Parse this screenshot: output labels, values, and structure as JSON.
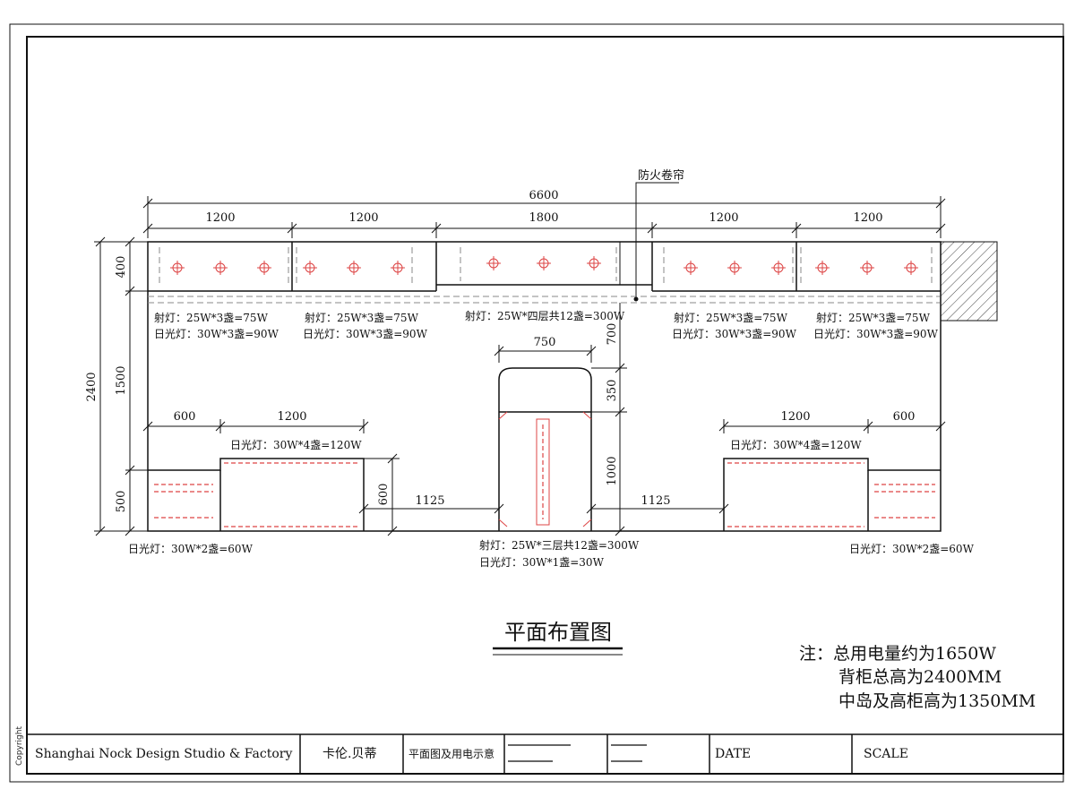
{
  "colors": {
    "line": "#111111",
    "lamp": "#dd4444",
    "hatch": "#444444"
  },
  "dimensions": {
    "top_total": "6600",
    "top_segments": [
      "1200",
      "1200",
      "1800",
      "1200",
      "1200"
    ],
    "left_total": "2400",
    "left_parts": [
      "400",
      "1500",
      "500"
    ],
    "island_width": "750",
    "island_right": [
      "700",
      "350",
      "1000"
    ],
    "left_600": "600",
    "left_1200": "1200",
    "right_1200": "1200",
    "right_600": "600",
    "low_cab_height": "600",
    "gap_left": "1125",
    "gap_right": "1125"
  },
  "labels": {
    "fire_shutter": "防火卷帘",
    "seg1_spot": "射灯：25W*3盏=75W",
    "seg1_fluor": "日光灯：30W*3盏=90W",
    "seg2_spot": "射灯：25W*3盏=75W",
    "seg2_fluor": "日光灯：30W*3盏=90W",
    "seg3_spot": "射灯：25W*四层共12盏=300W",
    "seg4_spot": "射灯：25W*3盏=75W",
    "seg4_fluor": "日光灯：30W*3盏=90W",
    "seg5_spot": "射灯：25W*3盏=75W",
    "seg5_fluor": "日光灯：30W*3盏=90W",
    "left_low_fluor": "日光灯：30W*4盏=120W",
    "right_low_fluor": "日光灯：30W*4盏=120W",
    "left_corner_fluor": "日光灯：30W*2盏=60W",
    "right_corner_fluor": "日光灯：30W*2盏=60W",
    "island_spot": "射灯：25W*三层共12盏=300W",
    "island_fluor": "日光灯：30W*1盏=30W"
  },
  "title": "平面布置图",
  "remarks": {
    "line1": "注：总用电量约为1650W",
    "line2": "背柜总高为2400MM",
    "line3": "中岛及高柜高为1350MM"
  },
  "title_block": {
    "company": "Shanghai Nock Design Studio & Factory",
    "client": "卡伦.贝蒂",
    "drawing_name": "平面图及用电示意",
    "date_label": "DATE",
    "scale_label": "SCALE",
    "copyright": "Copyright"
  }
}
